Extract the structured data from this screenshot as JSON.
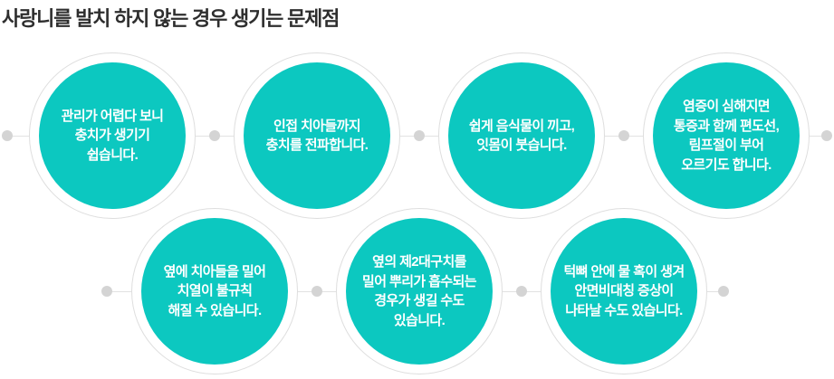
{
  "title": "사랑니를 발치 하지 않는 경우 생기는 문제점",
  "colors": {
    "accent": "#0cc8c0",
    "ring": "#dedede",
    "connector": "#e2e2e2",
    "dot": "#d4d4d4",
    "title": "#2e2e2e",
    "circle_text": "#ffffff",
    "background": "#ffffff"
  },
  "circles": [
    {
      "label": "problem-1",
      "lines": [
        "관리가 어렵다 보니",
        "충치가 생기기",
        "쉽습니다."
      ]
    },
    {
      "label": "problem-2",
      "lines": [
        "인접 치아들까지",
        "충치를 전파합니다."
      ]
    },
    {
      "label": "problem-3",
      "lines": [
        "쉽게 음식물이 끼고,",
        "잇몸이 붓습니다."
      ]
    },
    {
      "label": "problem-4",
      "lines": [
        "염증이 심해지면",
        "통증과 함께 편도선,",
        "림프절이 부어",
        "오르기도 합니다."
      ]
    },
    {
      "label": "problem-5",
      "lines": [
        "옆에 치아들을 밀어",
        "치열이 불규칙",
        "해질 수 있습니다."
      ]
    },
    {
      "label": "problem-6",
      "lines": [
        "옆의 제2대구치를",
        "밀어 뿌리가 흡수되는",
        "경우가 생길 수도",
        "있습니다."
      ]
    },
    {
      "label": "problem-7",
      "lines": [
        "턱뼈 안에 물 혹이 생겨",
        "안면비대칭 증상이",
        "나타날 수도 있습니다."
      ]
    }
  ]
}
